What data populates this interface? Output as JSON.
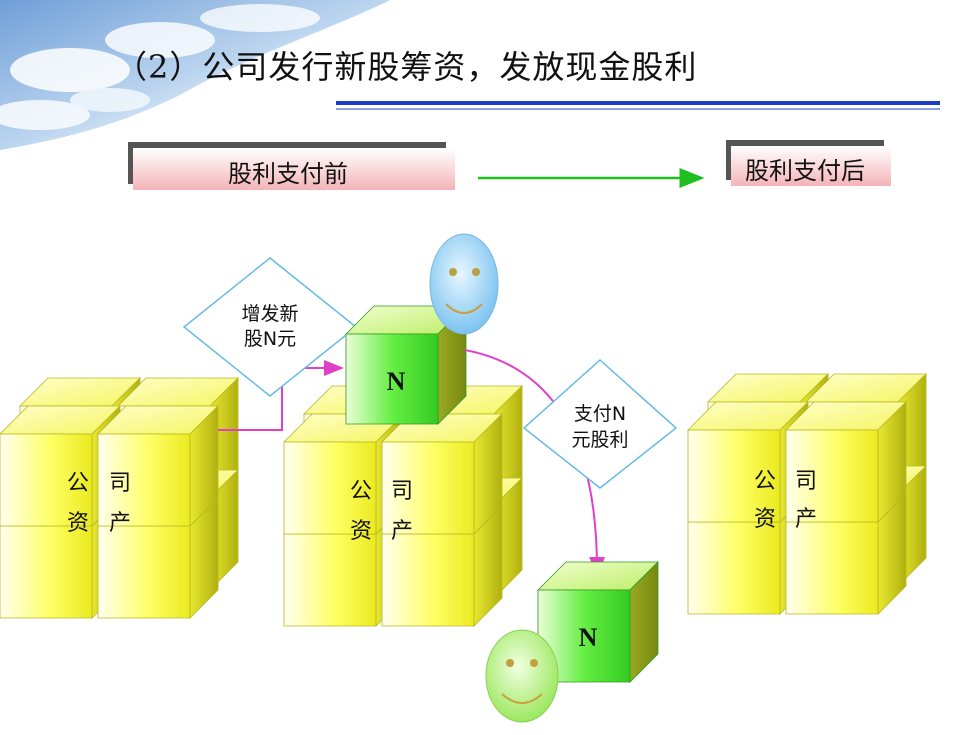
{
  "slide": {
    "title": "（2）公司发行新股筹资，发放现金股利",
    "before_label": "股利支付前",
    "after_label": "股利支付后"
  },
  "diagram": {
    "issue_note_line1": "增发新",
    "issue_note_line2": "股N元",
    "pay_note_line1": "支付N",
    "pay_note_line2": "元股利",
    "cube_label": "N",
    "assets_line1": [
      "公",
      "司"
    ],
    "assets_line2": [
      "资",
      "产"
    ]
  },
  "colors": {
    "title_rule": "#1a3cc8",
    "arrow_green": "#1fbf1f",
    "arrow_magenta": "#e040c8",
    "cube_yellow": "#ffff33",
    "cube_green": "#55ee33",
    "diamond_border": "#66bbe8",
    "face_blue": "#8ecff5",
    "face_green": "#aaf070"
  }
}
